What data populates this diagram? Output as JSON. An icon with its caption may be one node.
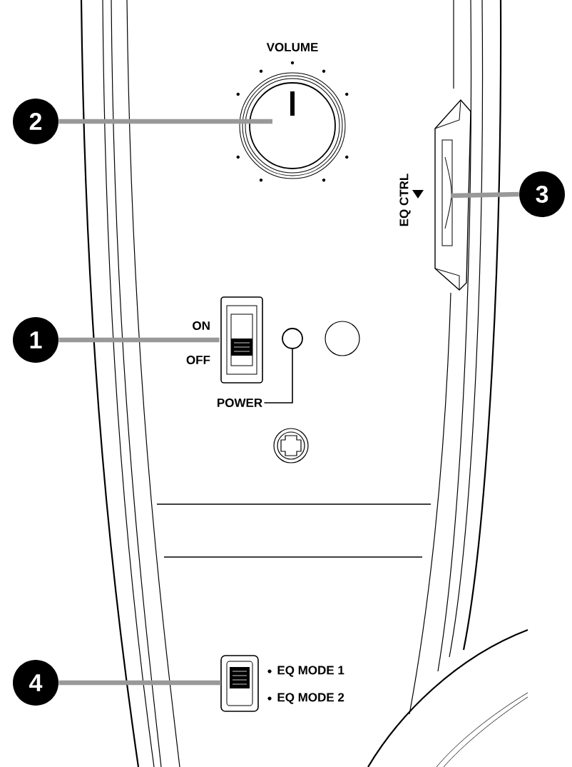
{
  "diagram": {
    "nodes": [
      {
        "text": [
          "2"
        ]
      },
      {
        "text": [],
        "shape": "circle",
        "beside": [
          "VOLUME"
        ]
      },
      {
        "text": [
          "3"
        ]
      },
      {
        "text": [],
        "shape": "box",
        "beside": [
          "EQ CTRL"
        ]
      },
      {
        "text": [
          "1"
        ]
      },
      {
        "text": [],
        "shape": "box",
        "beside": [
          "ON",
          "OFF"
        ]
      },
      {
        "text": [],
        "shape": "circle"
      },
      {
        "text": [
          "POWER"
        ]
      },
      {
        "text": [
          "4"
        ]
      },
      {
        "text": [],
        "shape": "box",
        "beside": [
          "EQ MODE 1",
          "EQ MODE 2"
        ]
      }
    ],
    "edges": [
      {
        "from": 0,
        "to": 1,
        "arrow": "none"
      },
      {
        "from": 2,
        "to": 3,
        "arrow": "none"
      },
      {
        "from": 4,
        "to": 5,
        "arrow": "none"
      },
      {
        "from": 7,
        "to": 6,
        "arrow": "none",
        "color": "#000000"
      },
      {
        "from": 8,
        "to": 9,
        "arrow": "none"
      }
    ]
  }
}
